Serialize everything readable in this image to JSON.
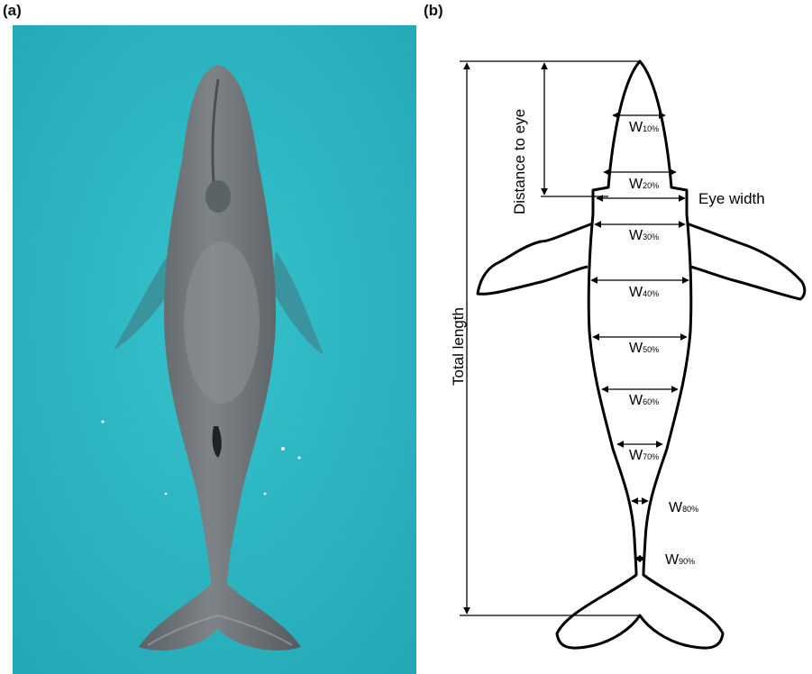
{
  "panels": {
    "a": {
      "label": "(a)"
    },
    "b": {
      "label": "(b)"
    }
  },
  "colors": {
    "water": "#2bb3bf",
    "whale": "#6f7478",
    "outline": "#000000"
  },
  "diagram": {
    "distance_to_eye": "Distance to eye",
    "eye_width": "Eye width",
    "total_length": "Total length",
    "widths": [
      {
        "letter": "W",
        "sub": "10%"
      },
      {
        "letter": "W",
        "sub": "20%"
      },
      {
        "letter": "W",
        "sub": "30%"
      },
      {
        "letter": "W",
        "sub": "40%"
      },
      {
        "letter": "W",
        "sub": "50%"
      },
      {
        "letter": "W",
        "sub": "60%"
      },
      {
        "letter": "W",
        "sub": "70%"
      },
      {
        "letter": "W",
        "sub": "80%"
      },
      {
        "letter": "W",
        "sub": "90%"
      }
    ]
  }
}
